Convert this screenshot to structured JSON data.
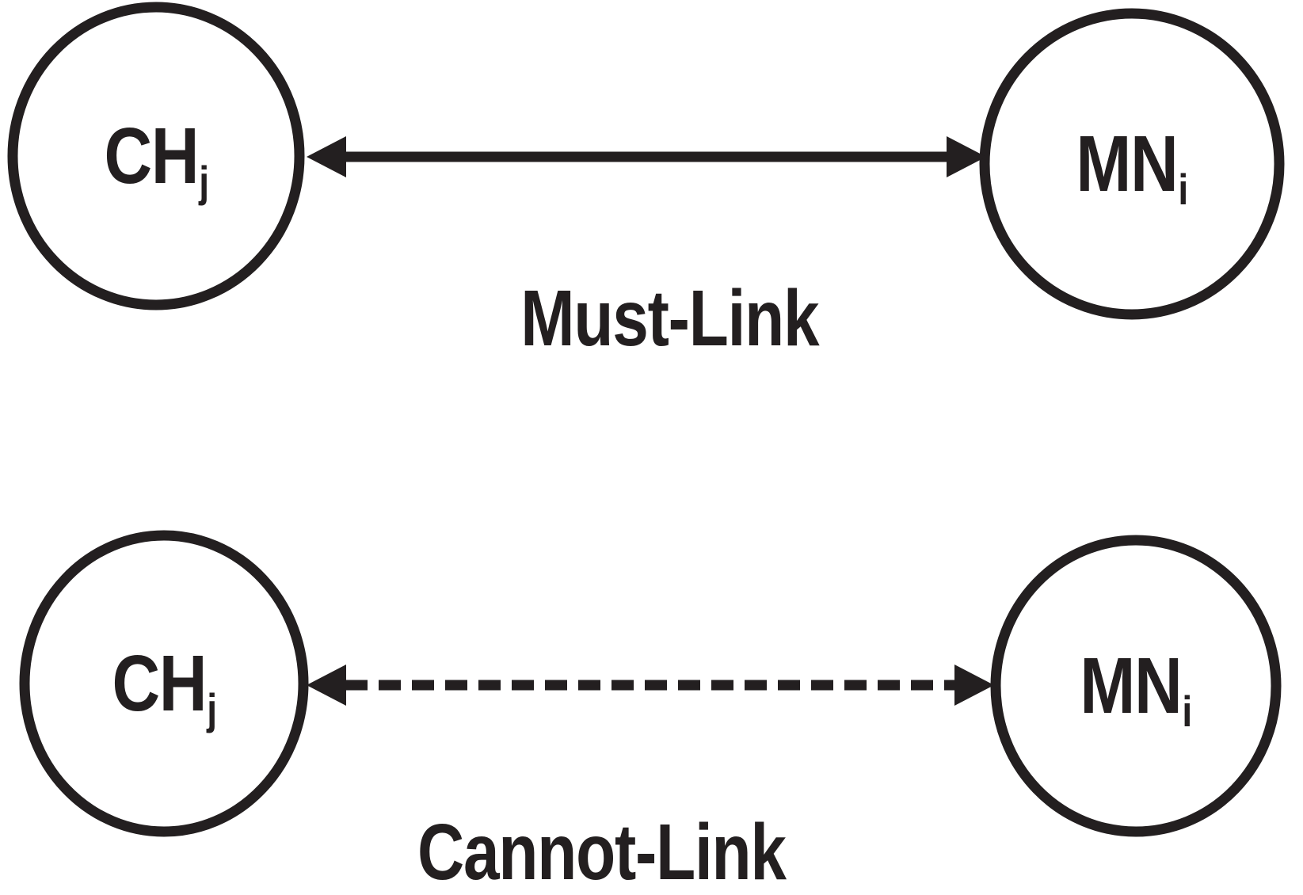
{
  "diagram": {
    "pairs": [
      {
        "id": "must-link",
        "left_node": {
          "text": "CH",
          "subscript": "j"
        },
        "right_node": {
          "text": "MN",
          "subscript": "i"
        },
        "link_label": "Must-Link",
        "link_style": "solid",
        "link_direction": "bidirectional"
      },
      {
        "id": "cannot-link",
        "left_node": {
          "text": "CH",
          "subscript": "j"
        },
        "right_node": {
          "text": "MN",
          "subscript": "i"
        },
        "link_label": "Cannot-Link",
        "link_style": "dashed",
        "link_direction": "bidirectional"
      }
    ]
  },
  "colors": {
    "ink": "#231f20",
    "background": "#ffffff"
  }
}
